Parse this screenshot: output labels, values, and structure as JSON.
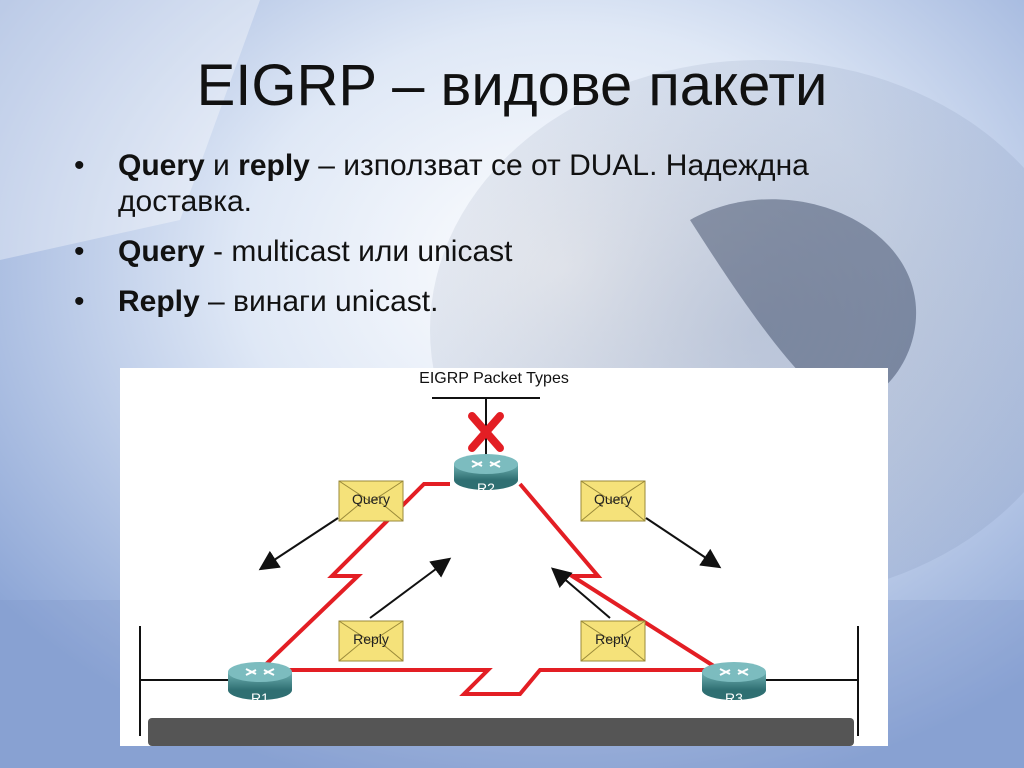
{
  "slide": {
    "title": "EIGRP – видове пакети",
    "bullets": [
      {
        "parts": [
          {
            "text": "Query",
            "bold": true
          },
          {
            "text": " и ",
            "bold": false
          },
          {
            "text": "reply",
            "bold": true
          },
          {
            "text": " – използват се от DUAL. Надеждна доставка.",
            "bold": false
          }
        ]
      },
      {
        "parts": [
          {
            "text": "Query",
            "bold": true
          },
          {
            "text": " - multicast или unicast",
            "bold": false
          }
        ]
      },
      {
        "parts": [
          {
            "text": "Reply",
            "bold": true
          },
          {
            "text": " – винаги unicast.",
            "bold": false
          }
        ]
      }
    ]
  },
  "diagram": {
    "title": "EIGRP Packet Types",
    "routers": {
      "r1": "R1",
      "r2": "R2",
      "r3": "R3"
    },
    "envelopes": {
      "query_left": "Query",
      "query_right": "Query",
      "reply_left": "Reply",
      "reply_right": "Reply"
    },
    "colors": {
      "link": "#e31e24",
      "router": "#3f8a8c",
      "envelope": "#f5e27a"
    }
  }
}
